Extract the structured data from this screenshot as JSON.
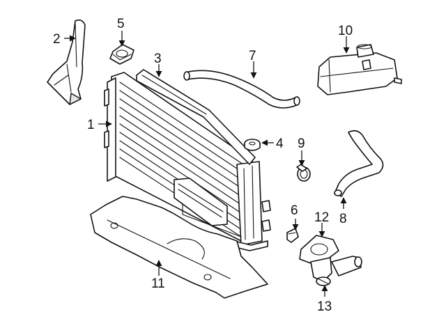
{
  "callouts": [
    {
      "id": "c1",
      "label": "1"
    },
    {
      "id": "c2",
      "label": "2"
    },
    {
      "id": "c3",
      "label": "3"
    },
    {
      "id": "c4",
      "label": "4"
    },
    {
      "id": "c5",
      "label": "5"
    },
    {
      "id": "c6",
      "label": "6"
    },
    {
      "id": "c7",
      "label": "7"
    },
    {
      "id": "c8",
      "label": "8"
    },
    {
      "id": "c9",
      "label": "9"
    },
    {
      "id": "c10",
      "label": "10"
    },
    {
      "id": "c11",
      "label": "11"
    },
    {
      "id": "c12",
      "label": "12"
    },
    {
      "id": "c13",
      "label": "13"
    }
  ],
  "colors": {
    "line": "#111111",
    "shade": "#e6e6e6",
    "background": "#ffffff"
  }
}
